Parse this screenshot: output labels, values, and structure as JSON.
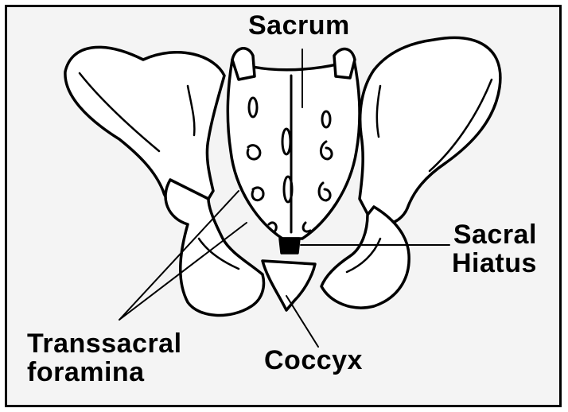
{
  "labels": {
    "sacrum": "Sacrum",
    "sacral_hiatus_line1": "Sacral",
    "sacral_hiatus_line2": "Hiatus",
    "transsacral_line1": "Transsacral",
    "transsacral_line2": "foramina",
    "coccyx": "Coccyx"
  },
  "colors": {
    "ink": "#000000",
    "background": "#f4f4f4",
    "bone_fill": "#ffffff"
  }
}
